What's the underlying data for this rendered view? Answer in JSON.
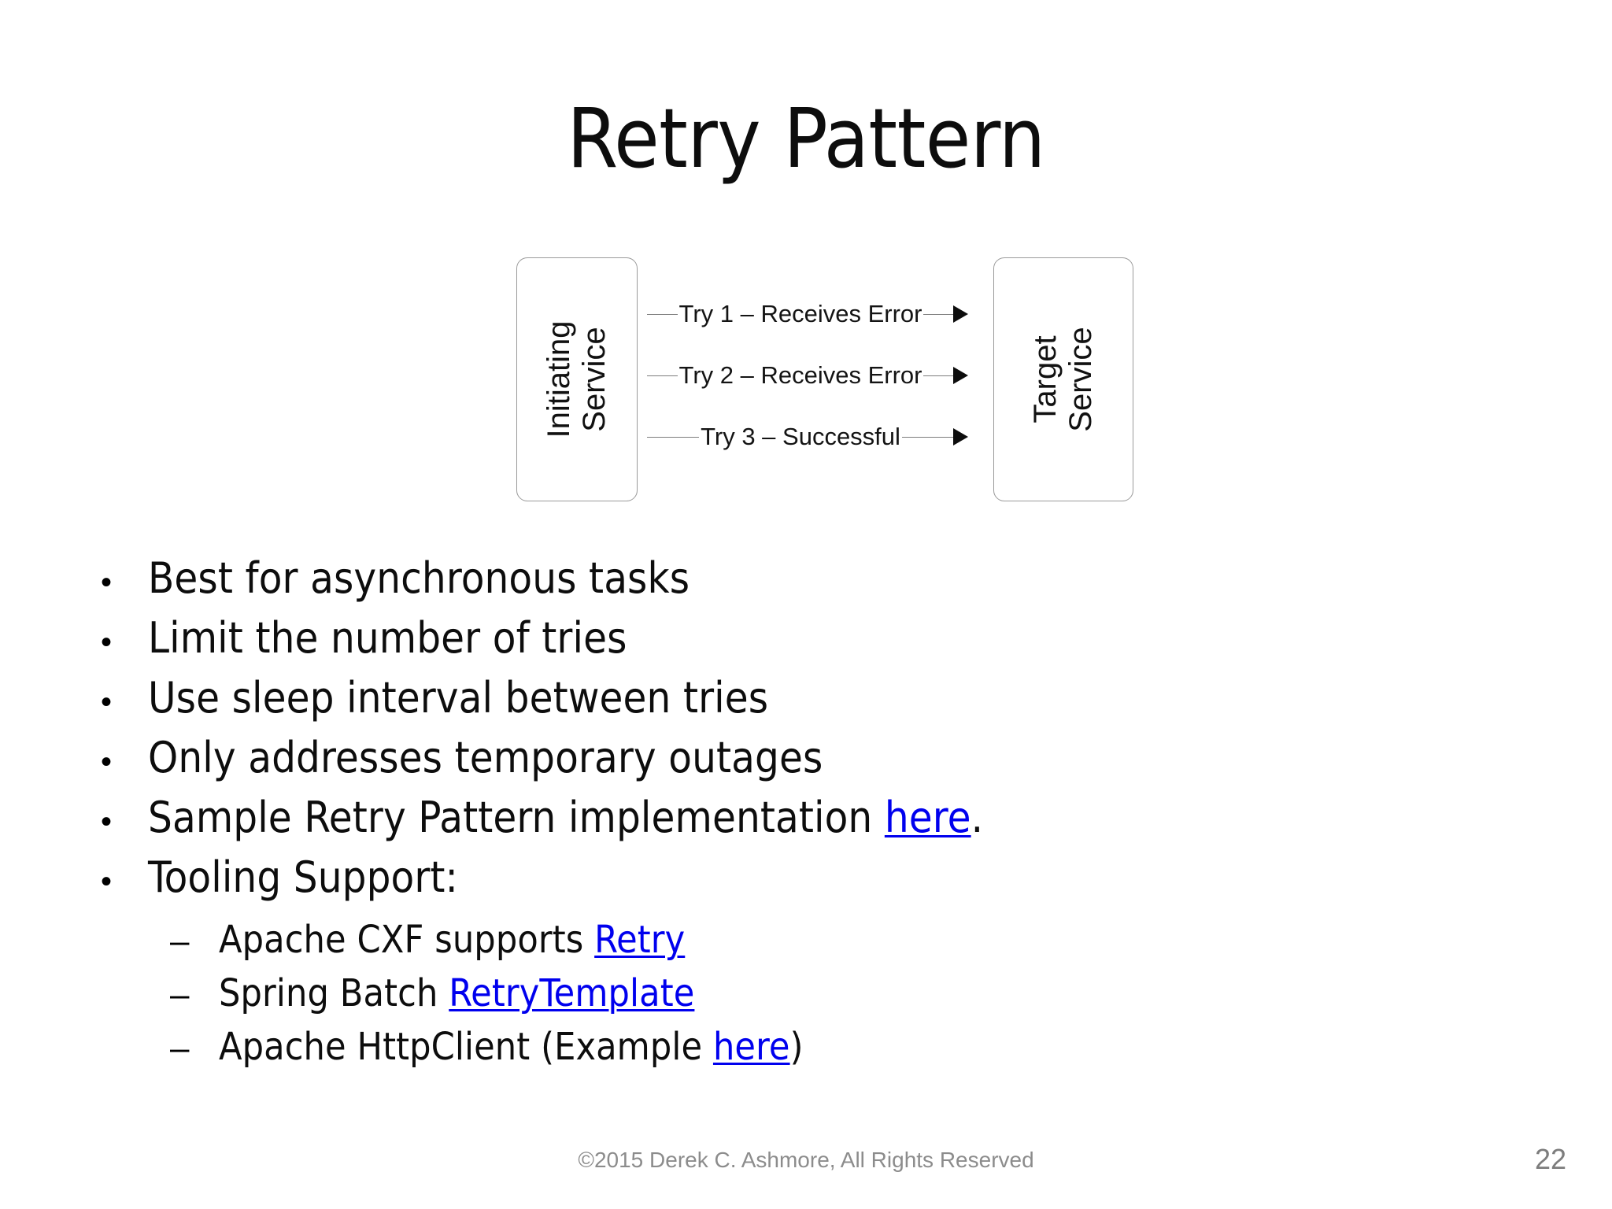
{
  "slide": {
    "title": "Retry Pattern",
    "page_number": "22",
    "copyright": "©2015 Derek C. Ashmore, All Rights Reserved",
    "colors": {
      "text": "#0d0d0d",
      "link": "#0000ee",
      "box_border": "#9a9a9a",
      "footer_text": "#8c8c8c",
      "background": "#ffffff"
    }
  },
  "diagram": {
    "left_box": {
      "line1": "Initiating",
      "line2": "Service"
    },
    "right_box": {
      "line1": "Target",
      "line2": "Service"
    },
    "flows": [
      {
        "label": "Try 1 – Receives Error"
      },
      {
        "label": "Try 2 – Receives Error"
      },
      {
        "label": "Try 3 – Successful"
      }
    ]
  },
  "bullets": [
    {
      "marker": "•",
      "text": "Best for asynchronous tasks"
    },
    {
      "marker": "•",
      "text": "Limit the number of tries"
    },
    {
      "marker": "•",
      "text": "Use sleep interval between tries"
    },
    {
      "marker": "•",
      "text": "Only addresses temporary outages"
    },
    {
      "marker": "•",
      "prefix": "Sample Retry Pattern implementation ",
      "link": "here",
      "suffix": "."
    },
    {
      "marker": "•",
      "text": "Tooling Support:"
    }
  ],
  "sub_bullets": [
    {
      "marker": "–",
      "prefix": "Apache CXF supports ",
      "link": "Retry",
      "suffix": ""
    },
    {
      "marker": "–",
      "prefix": "Spring Batch ",
      "link": "RetryTemplate",
      "suffix": ""
    },
    {
      "marker": "–",
      "prefix": "Apache HttpClient (Example ",
      "link": "here",
      "suffix": ")"
    }
  ]
}
